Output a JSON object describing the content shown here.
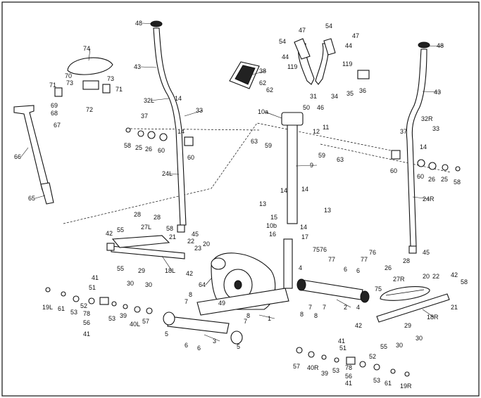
{
  "diagram": {
    "labels": [
      {
        "id": "l48a",
        "text": "48"
      },
      {
        "id": "l43a",
        "text": "43"
      },
      {
        "id": "l32L",
        "text": "32L"
      },
      {
        "id": "l14a",
        "text": "14"
      },
      {
        "id": "l37a",
        "text": "37"
      },
      {
        "id": "l33a",
        "text": "33"
      },
      {
        "id": "l14b",
        "text": "14"
      },
      {
        "id": "l58a",
        "text": "58"
      },
      {
        "id": "l25a",
        "text": "25"
      },
      {
        "id": "l26a",
        "text": "26"
      },
      {
        "id": "l60a",
        "text": "60"
      },
      {
        "id": "l60b",
        "text": "60"
      },
      {
        "id": "l24L",
        "text": "24L"
      },
      {
        "id": "l74",
        "text": "74"
      },
      {
        "id": "l70",
        "text": "70"
      },
      {
        "id": "l73a",
        "text": "73"
      },
      {
        "id": "l73b",
        "text": "73"
      },
      {
        "id": "l71a",
        "text": "71"
      },
      {
        "id": "l71b",
        "text": "71"
      },
      {
        "id": "l72",
        "text": "72"
      },
      {
        "id": "l69",
        "text": "69"
      },
      {
        "id": "l68",
        "text": "68"
      },
      {
        "id": "l67",
        "text": "67"
      },
      {
        "id": "l66",
        "text": "66"
      },
      {
        "id": "l65",
        "text": "65"
      },
      {
        "id": "l38",
        "text": "38"
      },
      {
        "id": "l62a",
        "text": "62"
      },
      {
        "id": "l62b",
        "text": "62"
      },
      {
        "id": "l47a",
        "text": "47"
      },
      {
        "id": "l54a",
        "text": "54"
      },
      {
        "id": "l54b",
        "text": "54"
      },
      {
        "id": "l47b",
        "text": "47"
      },
      {
        "id": "l44a",
        "text": "44"
      },
      {
        "id": "l44b",
        "text": "44"
      },
      {
        "id": "l119a",
        "text": "119"
      },
      {
        "id": "l119b",
        "text": "119"
      },
      {
        "id": "l48b",
        "text": "48"
      },
      {
        "id": "l43b",
        "text": "43"
      },
      {
        "id": "l31",
        "text": "31"
      },
      {
        "id": "l46",
        "text": "46"
      },
      {
        "id": "l34",
        "text": "34"
      },
      {
        "id": "l35",
        "text": "35"
      },
      {
        "id": "l36",
        "text": "36"
      },
      {
        "id": "l10a",
        "text": "10a"
      },
      {
        "id": "l50",
        "text": "50"
      },
      {
        "id": "l12",
        "text": "12"
      },
      {
        "id": "l11",
        "text": "11"
      },
      {
        "id": "l63a",
        "text": "63"
      },
      {
        "id": "l59a",
        "text": "59"
      },
      {
        "id": "l59b",
        "text": "59"
      },
      {
        "id": "l63b",
        "text": "63"
      },
      {
        "id": "l9",
        "text": "9"
      },
      {
        "id": "l32R",
        "text": "32R"
      },
      {
        "id": "l33b",
        "text": "33"
      },
      {
        "id": "l37b",
        "text": "37"
      },
      {
        "id": "l14c",
        "text": "14"
      },
      {
        "id": "l60c",
        "text": "60"
      },
      {
        "id": "l60d",
        "text": "60"
      },
      {
        "id": "l26b",
        "text": "26"
      },
      {
        "id": "l25b",
        "text": "25"
      },
      {
        "id": "l58b",
        "text": "58"
      },
      {
        "id": "l24R",
        "text": "24R"
      },
      {
        "id": "l14d",
        "text": "14"
      },
      {
        "id": "l14e",
        "text": "14"
      },
      {
        "id": "l13a",
        "text": "13"
      },
      {
        "id": "l13b",
        "text": "13"
      },
      {
        "id": "l15",
        "text": "15"
      },
      {
        "id": "l10b",
        "text": "10b"
      },
      {
        "id": "l14f",
        "text": "14"
      },
      {
        "id": "l16",
        "text": "16"
      },
      {
        "id": "l17",
        "text": "17"
      },
      {
        "id": "l45a",
        "text": "45"
      },
      {
        "id": "l45b",
        "text": "45"
      },
      {
        "id": "l28a",
        "text": "28"
      },
      {
        "id": "l28b",
        "text": "28"
      },
      {
        "id": "l27L",
        "text": "27L"
      },
      {
        "id": "l58c",
        "text": "58"
      },
      {
        "id": "l42a",
        "text": "42"
      },
      {
        "id": "l55a",
        "text": "55"
      },
      {
        "id": "l21a",
        "text": "21"
      },
      {
        "id": "l22a",
        "text": "22"
      },
      {
        "id": "l20a",
        "text": "20"
      },
      {
        "id": "l23",
        "text": "23"
      },
      {
        "id": "l18L",
        "text": "18L"
      },
      {
        "id": "l42b",
        "text": "42"
      },
      {
        "id": "l55b",
        "text": "55"
      },
      {
        "id": "l29a",
        "text": "29"
      },
      {
        "id": "l30a",
        "text": "30"
      },
      {
        "id": "l30b",
        "text": "30"
      },
      {
        "id": "l64",
        "text": "64"
      },
      {
        "id": "l41a",
        "text": "41"
      },
      {
        "id": "l51a",
        "text": "51"
      },
      {
        "id": "l19L",
        "text": "19L"
      },
      {
        "id": "l61a",
        "text": "61"
      },
      {
        "id": "l52a",
        "text": "52"
      },
      {
        "id": "l78a",
        "text": "78"
      },
      {
        "id": "l53a",
        "text": "53"
      },
      {
        "id": "l53b",
        "text": "53"
      },
      {
        "id": "l39a",
        "text": "39"
      },
      {
        "id": "l40L",
        "text": "40L"
      },
      {
        "id": "l57a",
        "text": "57"
      },
      {
        "id": "l56a",
        "text": "56"
      },
      {
        "id": "l41b",
        "text": "41"
      },
      {
        "id": "l8a",
        "text": "8"
      },
      {
        "id": "l7a",
        "text": "7"
      },
      {
        "id": "l49",
        "text": "49"
      },
      {
        "id": "l8b",
        "text": "8"
      },
      {
        "id": "l7b",
        "text": "7"
      },
      {
        "id": "l1",
        "text": "1"
      },
      {
        "id": "l5a",
        "text": "5"
      },
      {
        "id": "l6a",
        "text": "6"
      },
      {
        "id": "l6b",
        "text": "6"
      },
      {
        "id": "l3",
        "text": "3"
      },
      {
        "id": "l5b",
        "text": "5"
      },
      {
        "id": "l4a",
        "text": "4"
      },
      {
        "id": "l75a",
        "text": "75"
      },
      {
        "id": "l76a",
        "text": "76"
      },
      {
        "id": "l77a",
        "text": "77"
      },
      {
        "id": "l6c",
        "text": "6"
      },
      {
        "id": "l77b",
        "text": "77"
      },
      {
        "id": "l76b",
        "text": "76"
      },
      {
        "id": "l75b",
        "text": "75"
      },
      {
        "id": "l6d",
        "text": "6"
      },
      {
        "id": "l4b",
        "text": "4"
      },
      {
        "id": "l2",
        "text": "2"
      },
      {
        "id": "l8c",
        "text": "8"
      },
      {
        "id": "l7c",
        "text": "7"
      },
      {
        "id": "l8d",
        "text": "8"
      },
      {
        "id": "l7d",
        "text": "7"
      },
      {
        "id": "l26c",
        "text": "26"
      },
      {
        "id": "l28c",
        "text": "28"
      },
      {
        "id": "l27R",
        "text": "27R"
      },
      {
        "id": "l20b",
        "text": "20"
      },
      {
        "id": "l22b",
        "text": "22"
      },
      {
        "id": "l42c",
        "text": "42"
      },
      {
        "id": "l58d",
        "text": "58"
      },
      {
        "id": "l21b",
        "text": "21"
      },
      {
        "id": "l18R",
        "text": "18R"
      },
      {
        "id": "l42d",
        "text": "42"
      },
      {
        "id": "l29b",
        "text": "29"
      },
      {
        "id": "l30c",
        "text": "30"
      },
      {
        "id": "l30d",
        "text": "30"
      },
      {
        "id": "l55c",
        "text": "55"
      },
      {
        "id": "l41c",
        "text": "41"
      },
      {
        "id": "l51b",
        "text": "51"
      },
      {
        "id": "l52b",
        "text": "52"
      },
      {
        "id": "l57b",
        "text": "57"
      },
      {
        "id": "l40R",
        "text": "40R"
      },
      {
        "id": "l39b",
        "text": "39"
      },
      {
        "id": "l53c",
        "text": "53"
      },
      {
        "id": "l78b",
        "text": "78"
      },
      {
        "id": "l56b",
        "text": "56"
      },
      {
        "id": "l41d",
        "text": "41"
      },
      {
        "id": "l53d",
        "text": "53"
      },
      {
        "id": "l61b",
        "text": "61"
      },
      {
        "id": "l19R",
        "text": "19R"
      }
    ]
  }
}
